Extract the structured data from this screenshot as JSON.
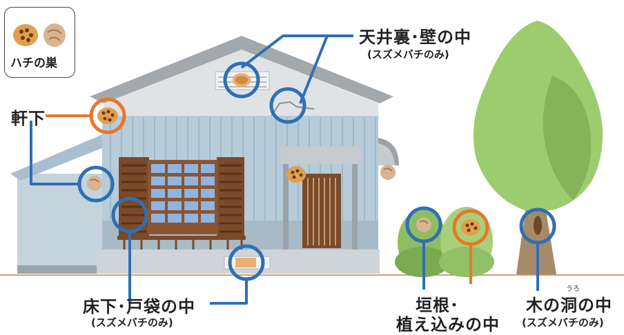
{
  "legend": {
    "label": "ハチの巣",
    "icons": [
      "honeycomb-nest-icon",
      "paper-nest-icon"
    ]
  },
  "locations": {
    "eaves": {
      "label": "軒下"
    },
    "attic_wall": {
      "label": "天井裏･壁の中",
      "note": "(スズメバチのみ)"
    },
    "underfloor": {
      "label": "床下･戸袋の中",
      "note": "(スズメバチのみ)"
    },
    "hedge_line1": "垣根･",
    "hedge_line2": "植え込みの中",
    "tree_hollow": {
      "label": "木の洞の中",
      "ruby": "うろ",
      "note": "(スズメバチのみ)"
    }
  },
  "colors": {
    "blue_marker": "#2f6fb5",
    "orange_marker": "#e8772a",
    "house_wall": "#b6ccd8",
    "roof": "#9ea3a8",
    "tree": "#9ccc6e",
    "trunk": "#a68a6a",
    "ground": "#c9a37a"
  }
}
